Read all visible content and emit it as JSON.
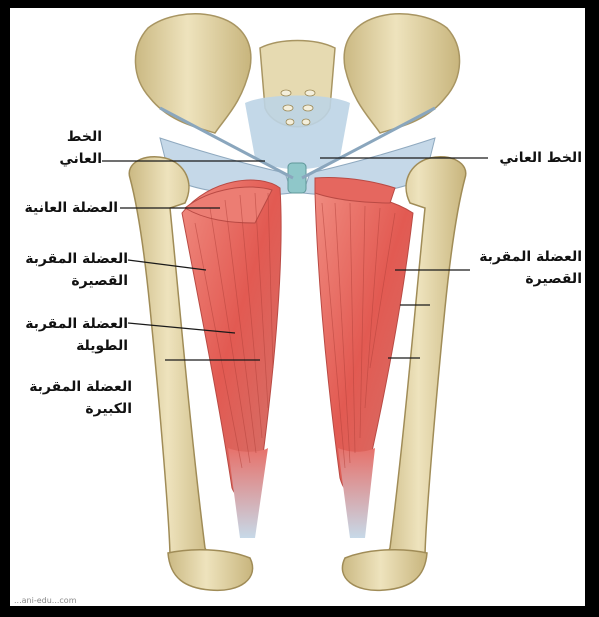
{
  "labels_left": {
    "pubic_line": [
      "الخط",
      "العاني"
    ],
    "pectineus": [
      "العضلة العانية"
    ],
    "adductor_brevis": [
      "العضلة المقربة",
      "القصيرة"
    ],
    "adductor_longus": [
      "العضلة المقربة",
      "الطويلة"
    ],
    "adductor_magnus": [
      "العضلة المقربة",
      "الكبيرة"
    ]
  },
  "labels_right": {
    "pubic_line": [
      "الخط العاني"
    ],
    "adductor_brevis": [
      "العضلة المقربة",
      "القصيرة"
    ]
  },
  "watermark": "...ani-edu...com",
  "colors": {
    "bone": "#e3d6a6",
    "bone_shade": "#cbb983",
    "muscle": "#e8685f",
    "muscle_dark": "#c9443e",
    "ligament": "#b9d2e4",
    "frame": "#000000"
  }
}
